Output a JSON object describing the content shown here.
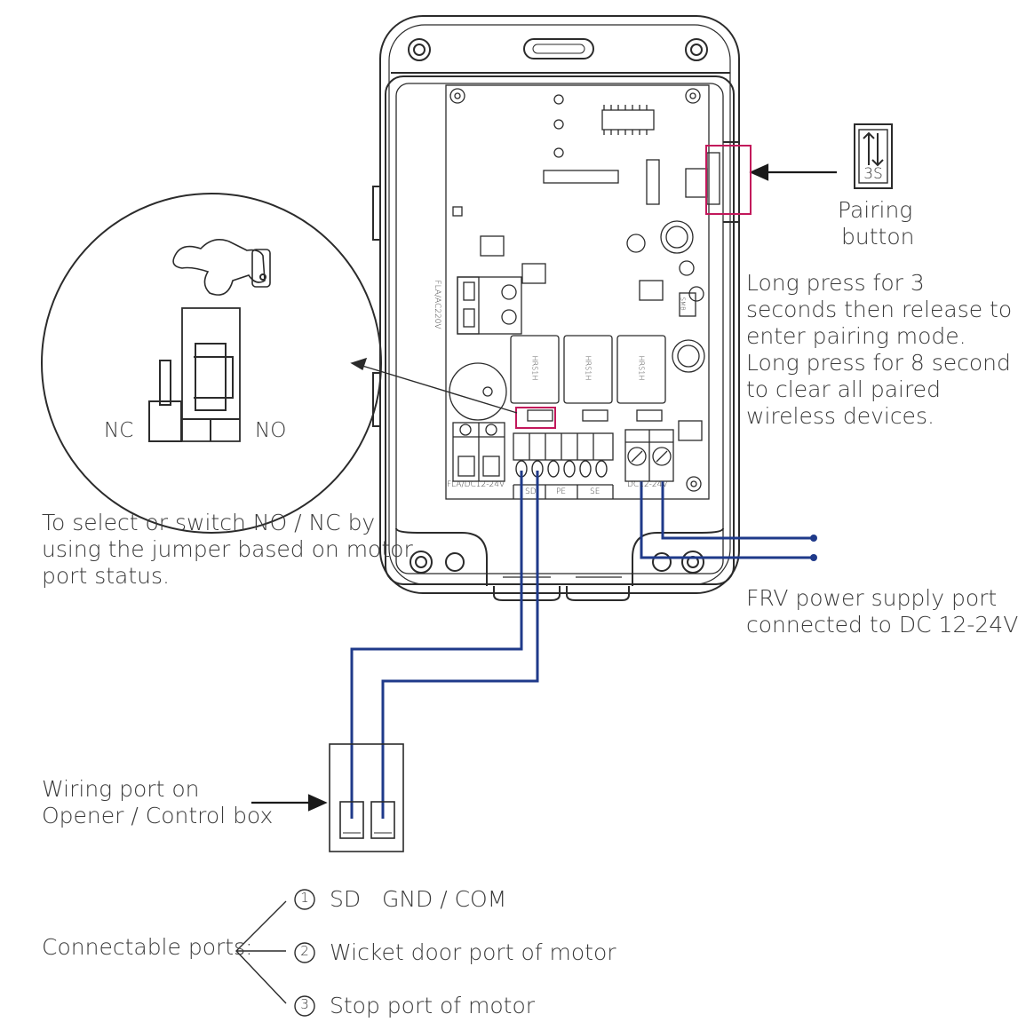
{
  "pairing": {
    "icon_text": "3S",
    "label_line1": "Pairing",
    "label_line2": "button",
    "instructions": [
      "Long press for 3",
      "seconds then release to",
      "enter pairing mode.",
      "Long press for 8 second",
      "to clear all paired",
      "wireless devices."
    ]
  },
  "jumper": {
    "nc_label": "NC",
    "no_label": "NO",
    "note": [
      "To select or switch NO / NC by",
      "using the jumper based on motor",
      "port status."
    ]
  },
  "power": {
    "note": [
      "FRV power supply port",
      "connected to DC 12-24V"
    ]
  },
  "wiring": {
    "label_line1": "Wiring port on",
    "label_line2": "Opener / Control box"
  },
  "ports": {
    "title": "Connectable ports:",
    "items": [
      {
        "num": "1",
        "text": "SD   GND / COM"
      },
      {
        "num": "2",
        "text": "Wicket door port of motor"
      },
      {
        "num": "3",
        "text": "Stop port of motor"
      }
    ]
  },
  "board": {
    "left_power": "FLA/AC220V",
    "left_dc": "FLA/DC12-24V",
    "sd": "SD",
    "pe": "PE",
    "se": "SE",
    "dc": "DC12-24V",
    "relay": "HRS1H",
    "ic": "SMB"
  },
  "colors": {
    "line": "#2b2b2b",
    "wire": "#1f3a8a",
    "highlight": "#c2185b"
  }
}
